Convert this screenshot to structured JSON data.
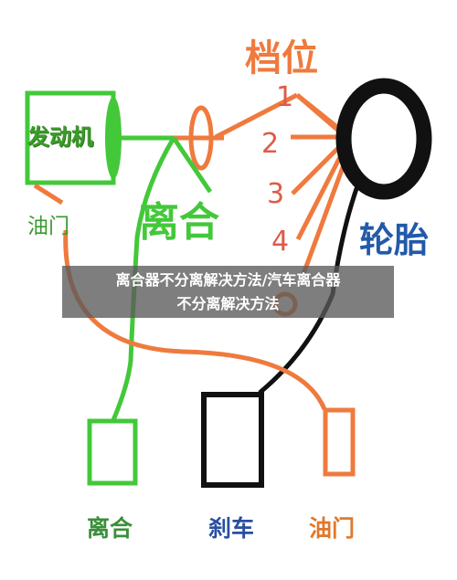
{
  "diagram": {
    "engine_label": "发动机",
    "gear_title": "档位",
    "gears": [
      "1",
      "2",
      "3",
      "4"
    ],
    "clutch_label": "离合",
    "tire_label": "轮胎",
    "throttle_label_top": "油门",
    "pedals": {
      "clutch": "离合",
      "brake": "刹车",
      "throttle": "油门"
    }
  },
  "banner": {
    "line1": "离合器不分离解决方法/汽车离合器",
    "line2": "不分离解决方法"
  },
  "colors": {
    "green": "#43c83a",
    "orange": "#ef7a3e",
    "black": "#111111",
    "blue": "#235aa8"
  }
}
